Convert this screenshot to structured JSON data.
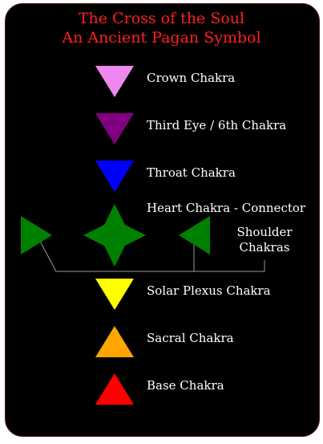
{
  "title": {
    "line1": "The Cross of the Soul",
    "line2": "An Ancient Pagan Symbol"
  },
  "chakras": [
    {
      "label": "Crown Chakra",
      "color": "#ee88ee",
      "icon": "down-triangle-icon"
    },
    {
      "label": "Third Eye / 6th Chakra",
      "color": "#800080",
      "icon": "down-triangle-icon"
    },
    {
      "label": "Throat Chakra",
      "color": "#0000ff",
      "icon": "down-triangle-icon"
    },
    {
      "label": "Heart Chakra - Connector",
      "color": "#008000",
      "icon": "four-point-star-icon"
    },
    {
      "label": "Solar Plexus Chakra",
      "color": "#ffff00",
      "icon": "down-triangle-icon"
    },
    {
      "label": "Sacral Chakra",
      "color": "#ffa500",
      "icon": "up-triangle-icon"
    },
    {
      "label": "Base Chakra",
      "color": "#ff0000",
      "icon": "up-triangle-icon"
    }
  ],
  "shoulder": {
    "line1": "Shoulder",
    "line2": "Chakras",
    "color": "#008000"
  },
  "colors": {
    "background": "#000000",
    "title": "#ff2020",
    "text": "#ffffff",
    "connector": "#999999",
    "border": "#5a0f0f"
  }
}
